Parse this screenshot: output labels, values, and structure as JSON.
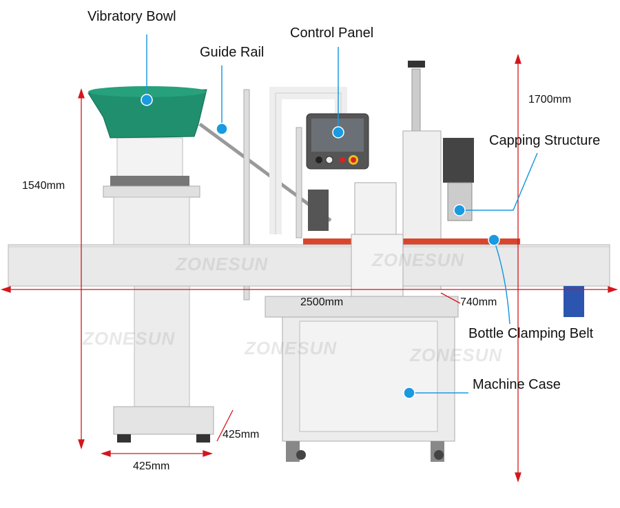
{
  "labels": {
    "vibratory_bowl": "Vibratory Bowl",
    "guide_rail": "Guide Rail",
    "control_panel": "Control Panel",
    "capping_structure": "Capping Structure",
    "bottle_clamping_belt": "Bottle Clamping Belt",
    "machine_case": "Machine Case"
  },
  "dimensions": {
    "total_height": "1700mm",
    "bowl_height": "1540mm",
    "length": "2500mm",
    "width": "740mm",
    "base_depth": "425mm",
    "base_width": "425mm"
  },
  "watermark": "ZONESUN",
  "colors": {
    "callout": "#1a9ae0",
    "dimension": "#d4161c",
    "bowl": "#1f8f6e",
    "belt": "#d9442c"
  }
}
